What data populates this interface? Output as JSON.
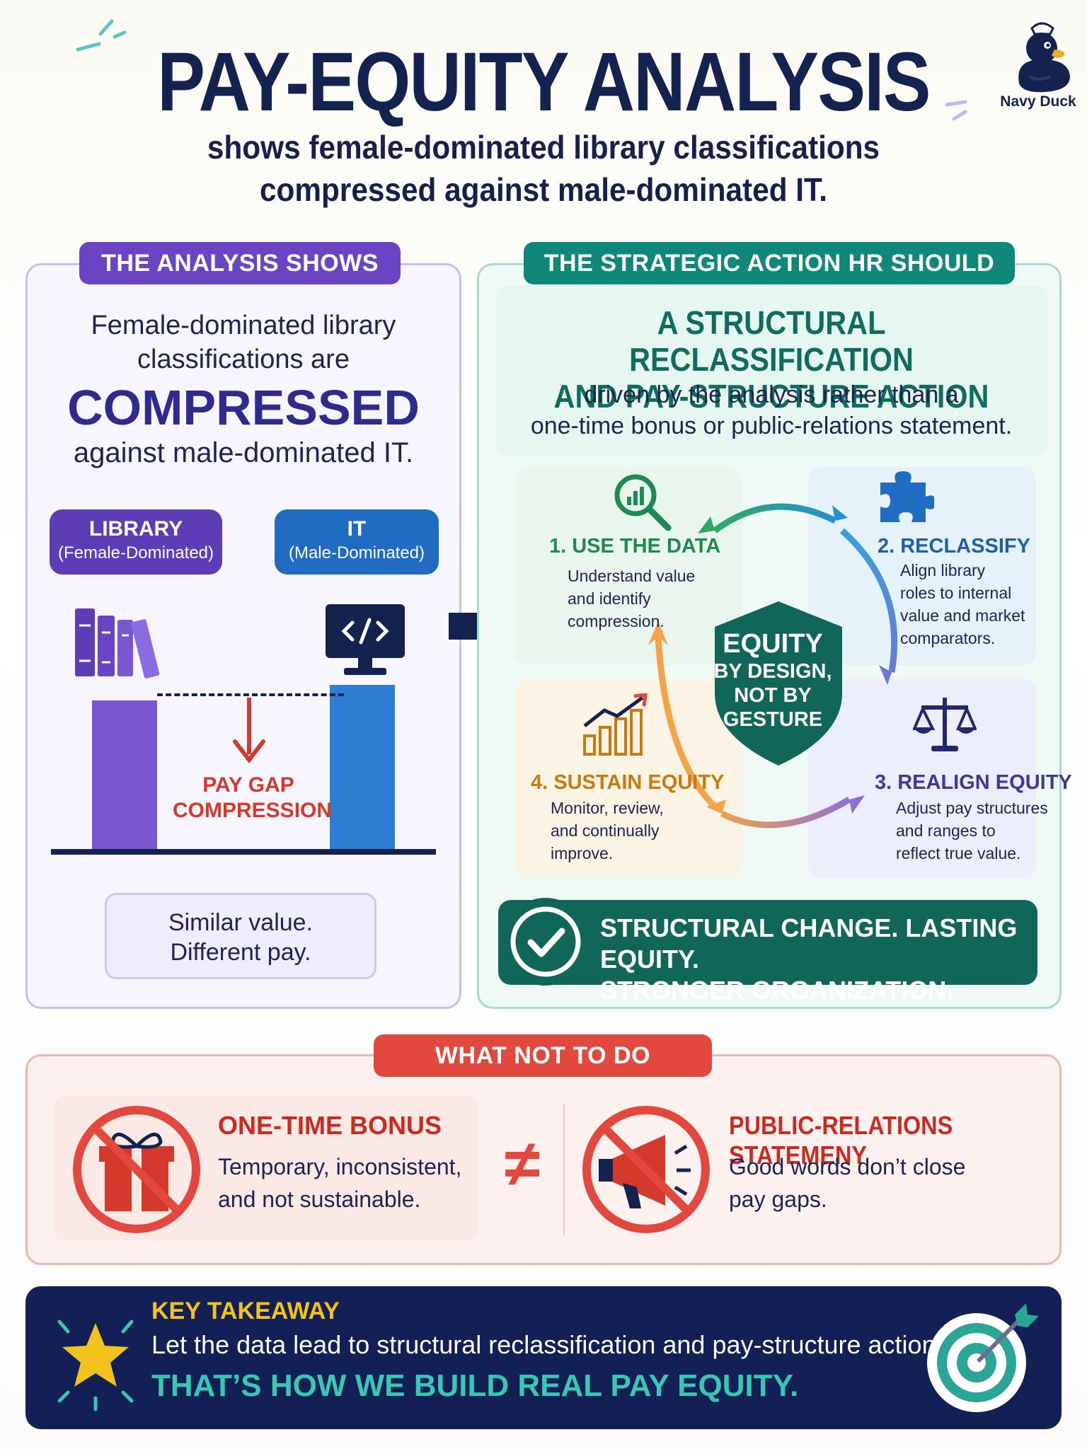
{
  "header": {
    "title": "PAY-EQUITY ANALYSIS",
    "subtitle_line1": "shows female-dominated library classifications",
    "subtitle_line2": "compressed against male-dominated IT.",
    "brand_label": "Navy Duck"
  },
  "analysis": {
    "tag": "THE ANALYSIS SHOWS",
    "text_line1": "Female-dominated library",
    "text_line2": "classifications are",
    "emphasis": "COMPRESSED",
    "text_line3": "against male-dominated IT.",
    "library_label": "LIBRARY",
    "library_sub": "(Female-Dominated)",
    "it_label": "IT",
    "it_sub": "(Male-Dominated)",
    "gap_line1": "PAY GAP",
    "gap_line2": "COMPRESSION",
    "similar_line1": "Similar value.",
    "similar_line2": "Different pay."
  },
  "strategy": {
    "tag": "THE STRATEGIC ACTION HR SHOULD SET",
    "title_line1": "A STRUCTURAL RECLASSIFICATION",
    "title_line2": "AND PAY-STRUCTURE ACTION",
    "sub_line1": "driven by the analysis rather than a",
    "sub_line2": "one-time bonus or public-relations statement.",
    "steps": [
      {
        "title": "1. USE THE DATA",
        "body": [
          "Understand value",
          "and identify",
          "compression."
        ],
        "icon": "magnifier-chart-icon",
        "color": "#1d8a52"
      },
      {
        "title": "2. RECLASSIFY",
        "body": [
          "Align library",
          "roles to internal",
          "value and market",
          "comparators."
        ],
        "icon": "puzzle-icon",
        "color": "#1f5ea8"
      },
      {
        "title": "3. REALIGN EQUITY",
        "body": [
          "Adjust pay structures",
          "and ranges to",
          "reflect true value."
        ],
        "icon": "scales-icon",
        "color": "#3b3a9a"
      },
      {
        "title": "4. SUSTAIN EQUITY",
        "body": [
          "Monitor, review,",
          "and continually",
          "improve."
        ],
        "icon": "growth-chart-icon",
        "color": "#c87a10"
      }
    ],
    "shield_line1": "EQUITY",
    "shield_line2": "BY DESIGN,",
    "shield_line3": "NOT BY",
    "shield_line4": "GESTURE",
    "banner_line1": "STRUCTURAL CHANGE. LASTING EQUITY.",
    "banner_line2": "STRONGER ORGANIZATION."
  },
  "not_to_do": {
    "tag": "WHAT NOT TO DO",
    "a_title": "ONE-TIME BONUS",
    "a_body1": "Temporary, inconsistent,",
    "a_body2": "and not sustainable.",
    "neq": "≠",
    "b_title": "PUBLIC-RELATIONS STATEMENY",
    "b_body1": "Good words don’t close",
    "b_body2": "pay gaps."
  },
  "takeaway": {
    "label": "KEY TAKEAWAY",
    "body": "Let the data lead to structural reclassification and pay-structure action.",
    "emphasis": "THAT’S HOW WE BUILD REAL PAY EQUITY."
  },
  "colors": {
    "navy": "#14224f",
    "purple": "#6a44c2",
    "teal": "#0f8879",
    "red": "#e2483d",
    "gold": "#f4c21d"
  }
}
